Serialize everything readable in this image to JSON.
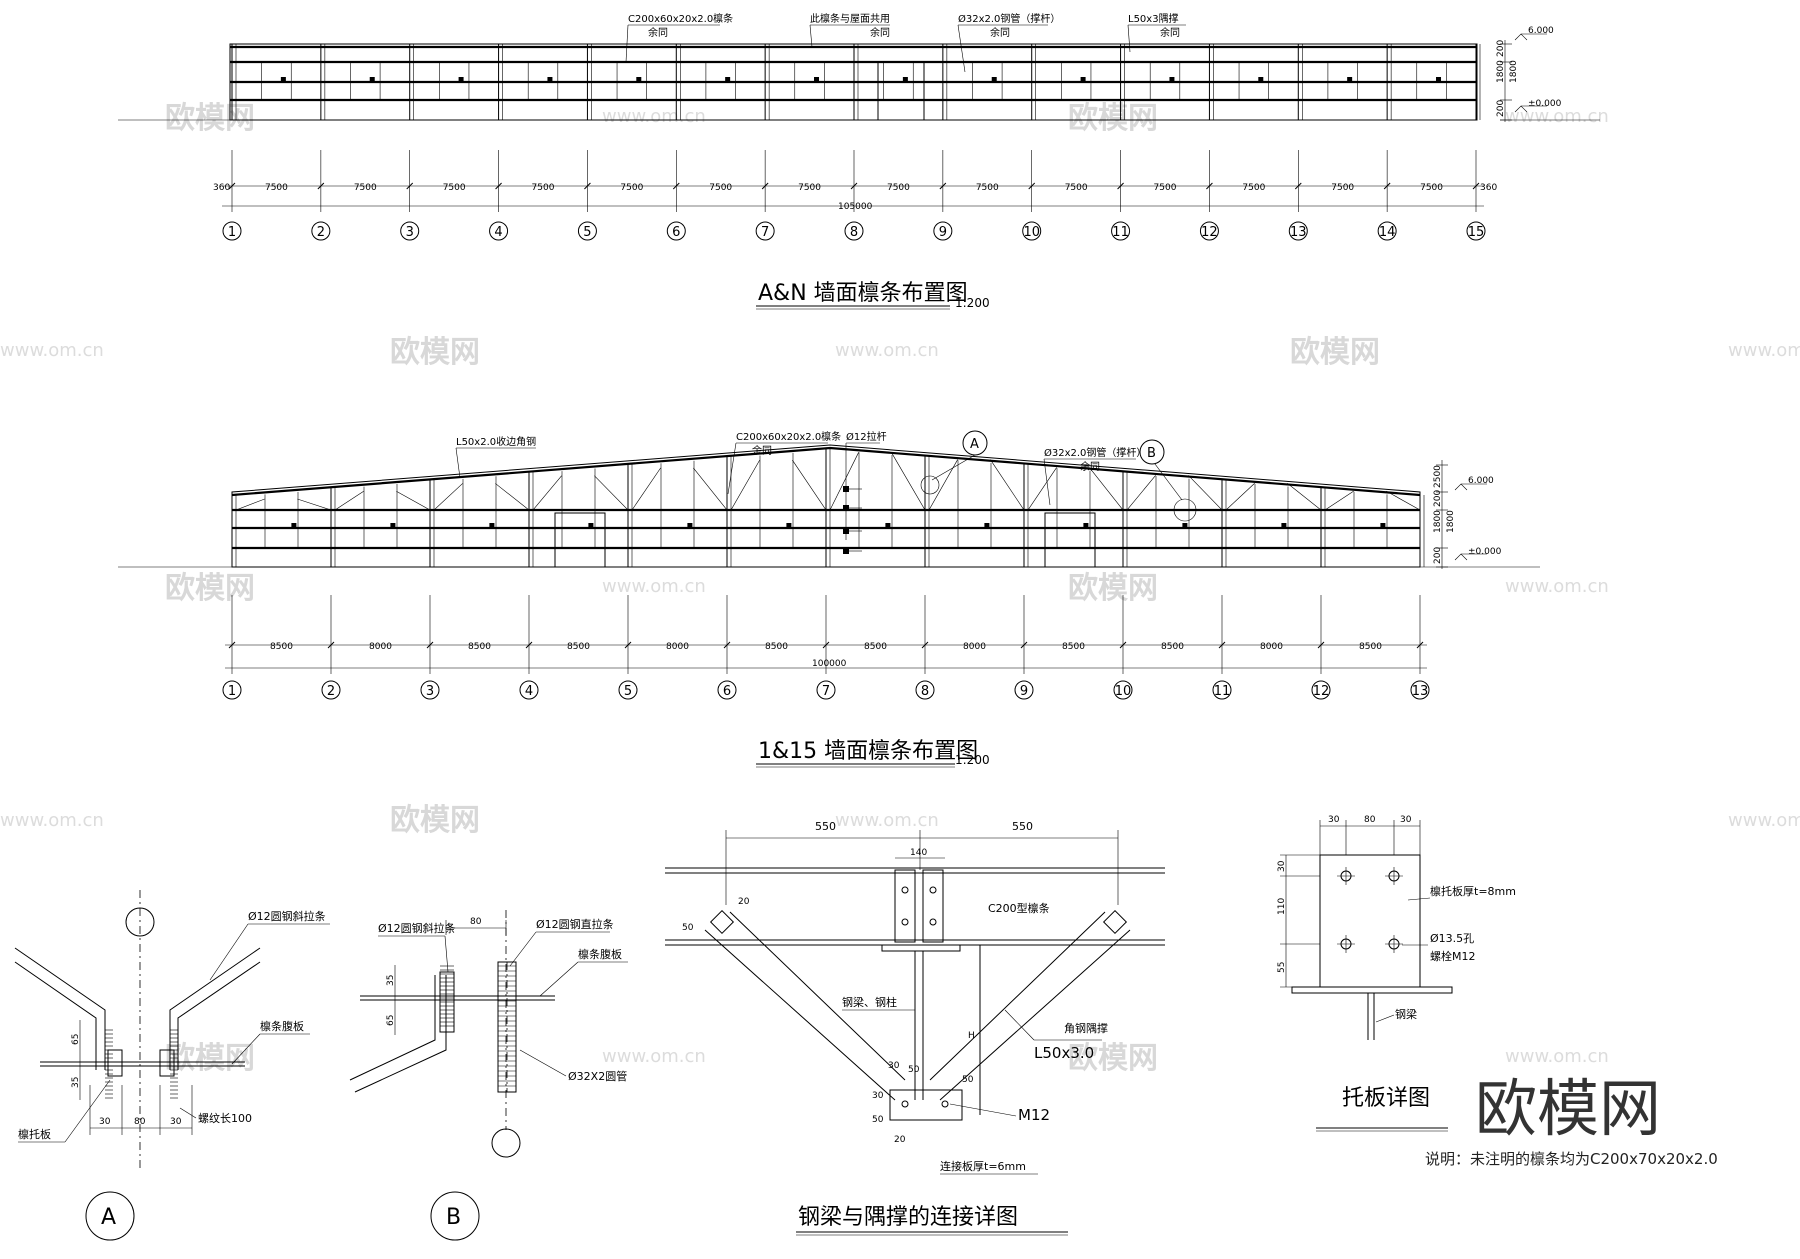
{
  "drawing": {
    "elev1": {
      "title": "A&N 墙面檩条布置图",
      "scale": "1:200",
      "labels": [
        "C200x60x20x2.0檩条",
        "余同",
        "此檩条与屋面共用",
        "余同",
        "Ø32x2.0钢管（撑杆）",
        "余同",
        "L50x3隅撑",
        "余同"
      ],
      "levels": [
        "6.000",
        "±0.000"
      ],
      "heights": [
        "200",
        "1800",
        "1800",
        "200"
      ],
      "spans": [
        "7500",
        "7500",
        "7500",
        "7500",
        "7500",
        "7500",
        "7500",
        "7500",
        "7500",
        "7500",
        "7500",
        "7500",
        "7500",
        "7500"
      ],
      "edge_offsets": [
        "360",
        "360"
      ],
      "total": "105000",
      "axes": [
        "1",
        "2",
        "3",
        "4",
        "5",
        "6",
        "7",
        "8",
        "9",
        "10",
        "11",
        "12",
        "13",
        "14",
        "15"
      ]
    },
    "elev2": {
      "title": "1&15 墙面檩条布置图",
      "scale": "1:200",
      "labels": [
        "L50x2.0收边角钢",
        "C200x60x20x2.0檩条",
        "余同",
        "Ø12拉杆",
        "Ø32x2.0钢管（撑杆）",
        "余同"
      ],
      "callouts": [
        "A",
        "B"
      ],
      "levels": [
        "6.000",
        "±0.000"
      ],
      "heights": [
        "2500",
        "200",
        "1800",
        "1800",
        "200"
      ],
      "spans": [
        "8500",
        "8000",
        "8500",
        "8500",
        "8000",
        "8500",
        "8500",
        "8000",
        "8500",
        "8500",
        "8000",
        "8500"
      ],
      "total": "100000",
      "axes": [
        "1",
        "2",
        "3",
        "4",
        "5",
        "6",
        "7",
        "8",
        "9",
        "10",
        "11",
        "12",
        "13"
      ]
    },
    "detailA": {
      "mark": "A",
      "labels": [
        "Ø12圆钢斜拉条",
        "檩条腹板",
        "螺纹长100",
        "檩托板"
      ],
      "dims": [
        "65",
        "35",
        "30",
        "80",
        "30"
      ]
    },
    "detailB": {
      "mark": "B",
      "labels": [
        "Ø12圆钢斜拉条",
        "Ø12圆钢直拉条",
        "檩条腹板",
        "Ø32X2圆管"
      ],
      "dims": [
        "80",
        "35",
        "65"
      ]
    },
    "detailC": {
      "title": "钢梁与隅撑的连接详图",
      "labels": [
        "C200型檩条",
        "钢梁、钢柱",
        "角钢隅撑",
        "L50x3.0",
        "M12",
        "连接板厚t=6mm",
        "H"
      ],
      "dims": [
        "550",
        "550",
        "140",
        "50",
        "30",
        "50",
        "30",
        "50",
        "20",
        "20",
        "50"
      ]
    },
    "detailD": {
      "title": "托板详图",
      "labels": [
        "檩托板厚t=8mm",
        "Ø13.5孔",
        "螺栓M12",
        "钢梁"
      ],
      "dims": [
        "30",
        "80",
        "30",
        "30",
        "110",
        "55"
      ]
    },
    "note": "说明：未注明的檩条均为C200x70x20x2.0",
    "watermark": {
      "logo": "欧模网",
      "url": "www.om.cn",
      "big_logo": "欧模网"
    }
  }
}
